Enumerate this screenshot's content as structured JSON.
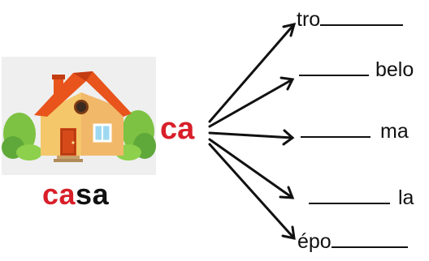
{
  "word": {
    "first_syllable": "ca",
    "second_syllable": "sa"
  },
  "center_syllable": "ca",
  "items": [
    {
      "prefix": "tro",
      "suffix": ""
    },
    {
      "prefix": "",
      "suffix": "belo"
    },
    {
      "prefix": "",
      "suffix": "ma"
    },
    {
      "prefix": "",
      "suffix": "la"
    },
    {
      "prefix": "épo",
      "suffix": ""
    }
  ],
  "colors": {
    "accent": "#d81f2a",
    "text": "#111111",
    "panel": "#efefef"
  },
  "icons": {
    "picture": "house-icon"
  }
}
